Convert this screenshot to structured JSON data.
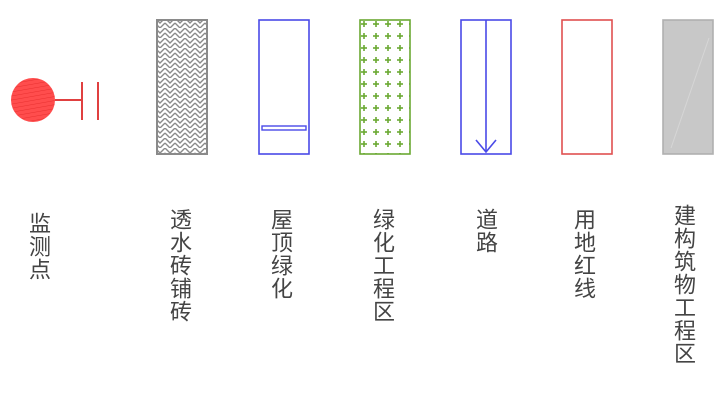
{
  "legend": {
    "items": [
      {
        "id": "monitoring-point",
        "label": "监测点",
        "icon": "red-circle-with-sensor-icon",
        "color": "#ff3b3b"
      },
      {
        "id": "permeable-brick",
        "label": "透水砖铺砖",
        "icon": "herringbone-hatch-icon",
        "color": "#888888"
      },
      {
        "id": "roof-greening",
        "label": "屋顶绿化",
        "icon": "blue-rectangle-with-bar-icon",
        "color": "#4a4ae8"
      },
      {
        "id": "greening-area",
        "label": "绿化工程区",
        "icon": "green-cross-pattern-icon",
        "color": "#6aa832"
      },
      {
        "id": "road",
        "label": "道路",
        "icon": "blue-rectangle-with-arrow-icon",
        "color": "#4a4ae8"
      },
      {
        "id": "land-red-line",
        "label": "用地红线",
        "icon": "red-outline-rectangle-icon",
        "color": "#e05050"
      },
      {
        "id": "building-area",
        "label": "建构筑物工程区",
        "icon": "gray-filled-rectangle-icon",
        "color": "#c8c8c8"
      }
    ]
  }
}
